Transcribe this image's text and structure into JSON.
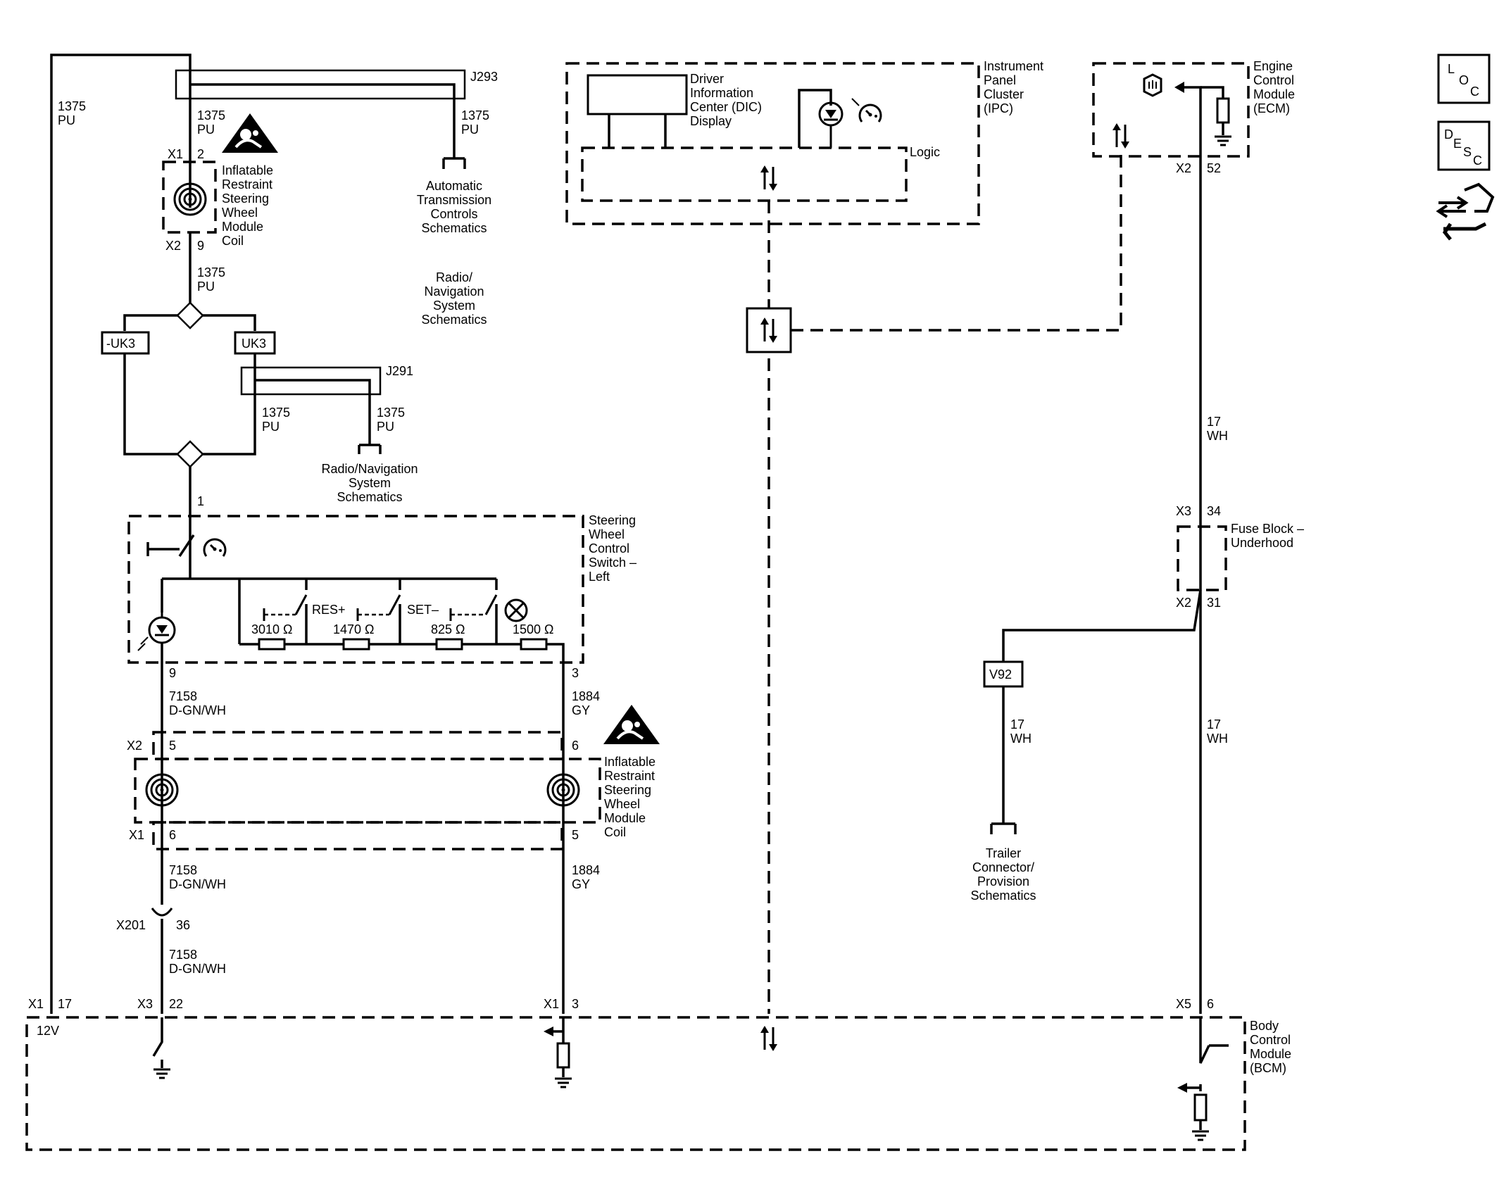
{
  "wires": {
    "w1375_left": [
      "1375",
      "PU"
    ],
    "w1375_j293_a": [
      "1375",
      "PU"
    ],
    "w1375_j293_b": [
      "1375",
      "PU"
    ],
    "w1375_coil": [
      "1375",
      "PU"
    ],
    "w1375_j291_a": [
      "1375",
      "PU"
    ],
    "w1375_j291_b": [
      "1375",
      "PU"
    ],
    "w7158_a": [
      "7158",
      "D-GN/WH"
    ],
    "w7158_b": [
      "7158",
      "D-GN/WH"
    ],
    "w7158_c": [
      "7158",
      "D-GN/WH"
    ],
    "w1884_a": [
      "1884",
      "GY"
    ],
    "w1884_b": [
      "1884",
      "GY"
    ],
    "w17_a": [
      "17",
      "WH"
    ],
    "w17_b": [
      "17",
      "WH"
    ],
    "w17_c": [
      "17",
      "WH"
    ]
  },
  "connectors": {
    "j293": "J293",
    "j291": "J291",
    "x1_top": "X1",
    "x1_top_pin": "2",
    "x2_top": "X2",
    "x2_top_pin": "9",
    "sw_pin1": "1",
    "sw_pin9": "9",
    "sw_pin3": "3",
    "coil_x2": "X2",
    "coil_x2_pin5": "5",
    "coil_x2_pin6": "6",
    "coil_x1": "X1",
    "coil_x1_pin6": "6",
    "coil_x1_pin5": "5",
    "x201": "X201",
    "x201_pin": "36",
    "bcm_x1": "X1",
    "bcm_x1_pin": "17",
    "bcm_x3": "X3",
    "bcm_x3_pin": "22",
    "bcm_x1b": "X1",
    "bcm_x1b_pin": "3",
    "bcm_x5": "X5",
    "bcm_x5_pin": "6",
    "ecm_x2": "X2",
    "ecm_x2_pin": "52",
    "fb_x3": "X3",
    "fb_x3_pin": "34",
    "fb_x2": "X2",
    "fb_x2_pin": "31"
  },
  "components": {
    "coil_top": [
      "Inflatable",
      "Restraint",
      "Steering",
      "Wheel",
      "Module",
      "Coil"
    ],
    "coil_bottom": [
      "Inflatable",
      "Restraint",
      "Steering",
      "Wheel",
      "Module",
      "Coil"
    ],
    "ats": [
      "Automatic",
      "Transmission",
      "Controls",
      "Schematics"
    ],
    "radio_nav": [
      "Radio/",
      "Navigation",
      "System",
      "Schematics"
    ],
    "radio_nav2": [
      "Radio/Navigation",
      "System",
      "Schematics"
    ],
    "swc": [
      "Steering",
      "Wheel",
      "Control",
      "Switch –",
      "Left"
    ],
    "dic": [
      "Driver",
      "Information",
      "Center (DIC)",
      "Display"
    ],
    "ipc": [
      "Instrument",
      "Panel",
      "Cluster",
      "(IPC)"
    ],
    "logic": "Logic",
    "ecm": [
      "Engine",
      "Control",
      "Module",
      "(ECM)"
    ],
    "fuse_block": [
      "Fuse Block –",
      "Underhood"
    ],
    "trailer": [
      "Trailer",
      "Connector/",
      "Provision",
      "Schematics"
    ],
    "bcm": [
      "Body",
      "Control",
      "Module",
      "(BCM)"
    ],
    "bcm_12v": "12V"
  },
  "options": {
    "no_uk3": "-UK3",
    "uk3": "UK3",
    "v92": "V92"
  },
  "switch": {
    "res_label": "RES+",
    "set_label": "SET–",
    "r1": "3010 Ω",
    "r2": "1470 Ω",
    "r3": "825 Ω",
    "r4": "1500 Ω"
  },
  "nav_icons": {
    "loc": [
      "L",
      "O",
      "C"
    ],
    "desc": [
      "D",
      "E",
      "S",
      "C"
    ],
    "connector_icon": "connector-repair-icon"
  }
}
